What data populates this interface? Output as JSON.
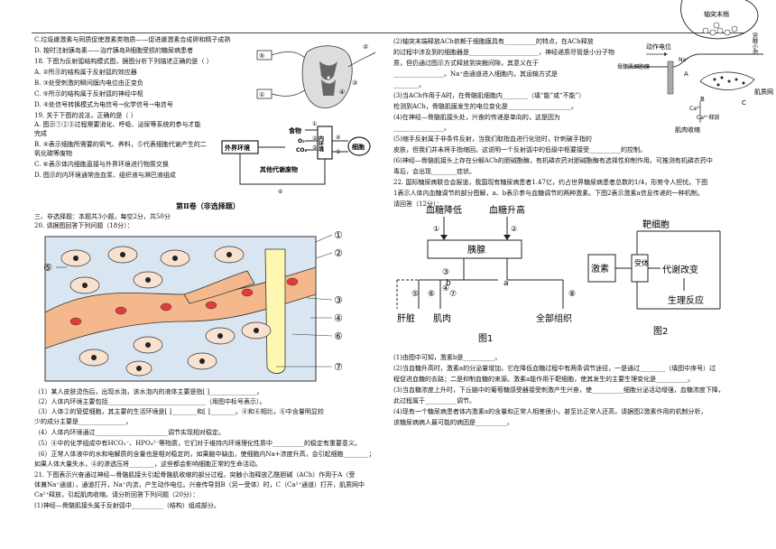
{
  "left_column": {
    "q17_options": [
      "C.垃圾雌激素与同质促使激素类物质——促进雌激素合成卵和精子成熟",
      "D. 按时注射胰岛素——治疗胰岛B细胞受损的糖尿病患者"
    ],
    "q18": [
      "18. 下图为反射弧结构模式图，据图分析下列描述正确的是（    ）",
      "A. ②所示的结构属于反射弧的效应器",
      "B. ③处受刺激的瞬间膜内电位由正变负",
      "C. ⑤所示的结构属于反射弧的神经中枢",
      "D. ④处信号转换模式为电信号→化学信号→电信号"
    ],
    "q19": [
      "19. 关于下图的说法，正确的是（    ）",
      "A. 图示①②③过程需要消化、呼吸、泌尿等系统的参与才能",
      "完成",
      "B. ④表示细胞所需要的氧气、养料，⑤代表细胞代谢产生的二",
      "氧化碳等废物",
      "C. ⑥表示体内细胞直接与外界环境进行物质交换",
      "D. 图示的内环境通常由血浆、组织液与淋巴液组成"
    ],
    "section_title": "第Ⅱ卷（非选择题）",
    "section_intro": "三、非选择题：本题共3小题，每空2分，共50分",
    "q20_title": "20. 请据图回答下列问题（18分）：",
    "q20_parts": [
      "（1）某人皮肤烫伤后，出现水泡，该水泡内的液体主要是指[    ]_______________。",
      "（2）人体内环境主要包括_______________________________（用图中标号表示）。",
      "（3）人体②的管壁细胞，其主要的生活环境是[    ]________和[    ]________。④和⑥相比，⑥中含量明显较",
      "少的成分主要是_______________。",
      "（4）人体内环境通过_______________________调节实现相对稳定。",
      "（5）④中的化学组成中有HCO₃⁻、HPO₄²⁻等物质，它们对于维持内环境理化性质中__________的稳定有重要意义。",
      "（6）正常人体液中的水和电解质的含量也是相对稳定的，如果脑中缺血，使细胞内Na+浓度升高，会引起细胞________；",
      "如果人体大量失水，④的渗透压将________，这些都会影响细胞正常的生命活动。"
    ],
    "q21_intro": [
      "21. 下图表示兴奋通过神经—骨骼肌接头引起骨骼肌收缩的部分过程。突触小泡释放乙酰胆碱（ACh）作用于A（受",
      "体兼Na⁺通道），通道打开，Na⁺内流，产生动作电位。兴奋传导到B（另一受体）时，C（Ca²⁺通道）打开，肌质网中",
      "Ca²⁺释放，引起肌肉收缩。请分析回答下列问题（20分）：",
      "(1)神经—骨骼肌接头属于反射弧中__________（结构）组成部分。"
    ]
  },
  "right_column": {
    "q21_cont": [
      "(2)轴突末端释放ACh依赖于细胞膜具有__________的特点，在ACh释放",
      "的过程中涉及到的细胞器是______________________，神经递质尽管是小分子物",
      "质，但仍通过图示方式释放到突触间隙，其意义在于",
      "________________。Na⁺由通道进入细胞内，其运输方式是",
      "________。",
      "(3)当ACh作用于A时，在骨骼肌细胞内________（填“能”或“不能”）",
      "检测到ACh，骨骼肌膜发生的电位变化是____________________。",
      "(4)在神经—骨骼肌接头处，兴奋的传递是单向的，这是因为",
      "________________。",
      "(5)缩手反射属于非条件反射，当我们取指血进行化验时，针刺破手指的",
      "皮肤，但我们并未将手指缩回。这说明一个反射弧中的低级中枢要接受__________的控制。",
      "(6)神经—骨骼肌接头上存在分解ACh的胆碱酯酶，有机磷农药对胆碱酯酶有选择性抑制作用。可推测有机磷农药中",
      "毒后，会出现________症状。"
    ],
    "q22_intro": [
      "22. 国际糖尿病联合会报道，我国现有糖尿病患者1.47亿，约占世界糖尿病患者总数的1/4，形势令人担忧。下图",
      "1表示人体内血糖调节的部分图解，a、b表示参与血糖调节的两种激素。下图2表示激素a信息传递的一种机制。",
      "请回答（12分）："
    ],
    "q22_parts": [
      "(1)由图中可知，激素b是__________。",
      "(2)当血糖升高时，激素a的分泌量增加，它在降低血糖过程中有两条调节途径，一是通过________（填图中序号）过",
      "程促进血糖的去路；二是抑制血糖的来源。激素a能作用于靶细胞，使其发生的主要生理变化是__________。",
      "(3)当血糖浓度上升时，下丘脑中的葡萄糖感受器接受刺激产生兴奋，使__________细胞分泌活动增强，血糖浓度下降，",
      "此过程属于__________调节。",
      "(4)现有一个糖尿病患者体内激素a的含量和正常人相差很小，甚至比正常人还高，请据图2激素作用的机制分析，",
      "该糖尿病病人最可能的病因是__________。"
    ]
  },
  "fig_reflex": {
    "labels": [
      "①",
      "②",
      "③",
      "④",
      "⑤"
    ]
  },
  "fig_env": {
    "outer": "外界环境",
    "food": "食物",
    "o2": "O₂",
    "co2": "CO₂",
    "inner": "内环境",
    "cell": "细胞",
    "waste": "其他代谢废物",
    "nums": [
      "①",
      "②",
      "③",
      "④",
      "⑤",
      "⑥"
    ]
  },
  "fig_tissue": {
    "labels": [
      "①",
      "②",
      "③",
      "④",
      "⑤",
      "⑥",
      "⑦"
    ]
  },
  "fig_synapse": {
    "axon": "轴突末梢",
    "vesicle": "突触小泡",
    "ap": "动作电位",
    "membrane": "骨骼肌细胞膜",
    "sr": "肌质网",
    "ca_release": "Ca²⁺释放",
    "contract": "肌肉收缩",
    "na": "Na⁺",
    "letters": [
      "A",
      "B",
      "C"
    ],
    "ca": "Ca²⁺"
  },
  "fig1": {
    "low": "血糖降低",
    "high": "血糖升高",
    "pancreas": "胰腺",
    "liver": "肝脏",
    "muscle": "肌肉",
    "tissue": "全部组织",
    "a": "a",
    "b": "b",
    "nums": [
      "①",
      "②",
      "③",
      "④",
      "⑤",
      "⑥",
      "⑦",
      "⑧"
    ],
    "caption": "图1"
  },
  "fig2": {
    "target": "靶细胞",
    "hormone": "激素",
    "receptor": "受体",
    "metab": "代谢改变",
    "response": "生理反应",
    "caption": "图2"
  }
}
